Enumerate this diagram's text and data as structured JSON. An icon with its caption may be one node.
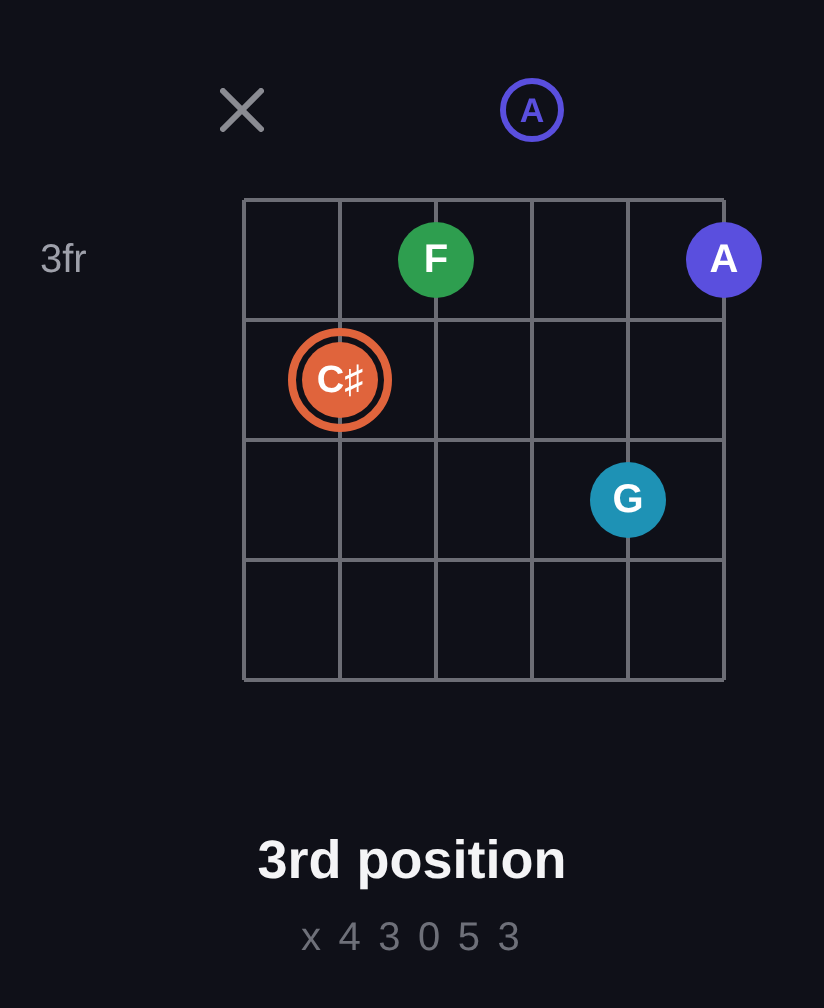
{
  "diagram": {
    "title": "3rd position",
    "nodes": [
      {
        "text": [
          "A"
        ]
      },
      {
        "text": [
          "F"
        ]
      },
      {
        "text": [
          "A"
        ]
      },
      {
        "text": [
          "C♯"
        ]
      },
      {
        "text": [
          "G"
        ]
      }
    ],
    "labels": [
      "3fr",
      "x 4 3 0 5 3"
    ]
  }
}
